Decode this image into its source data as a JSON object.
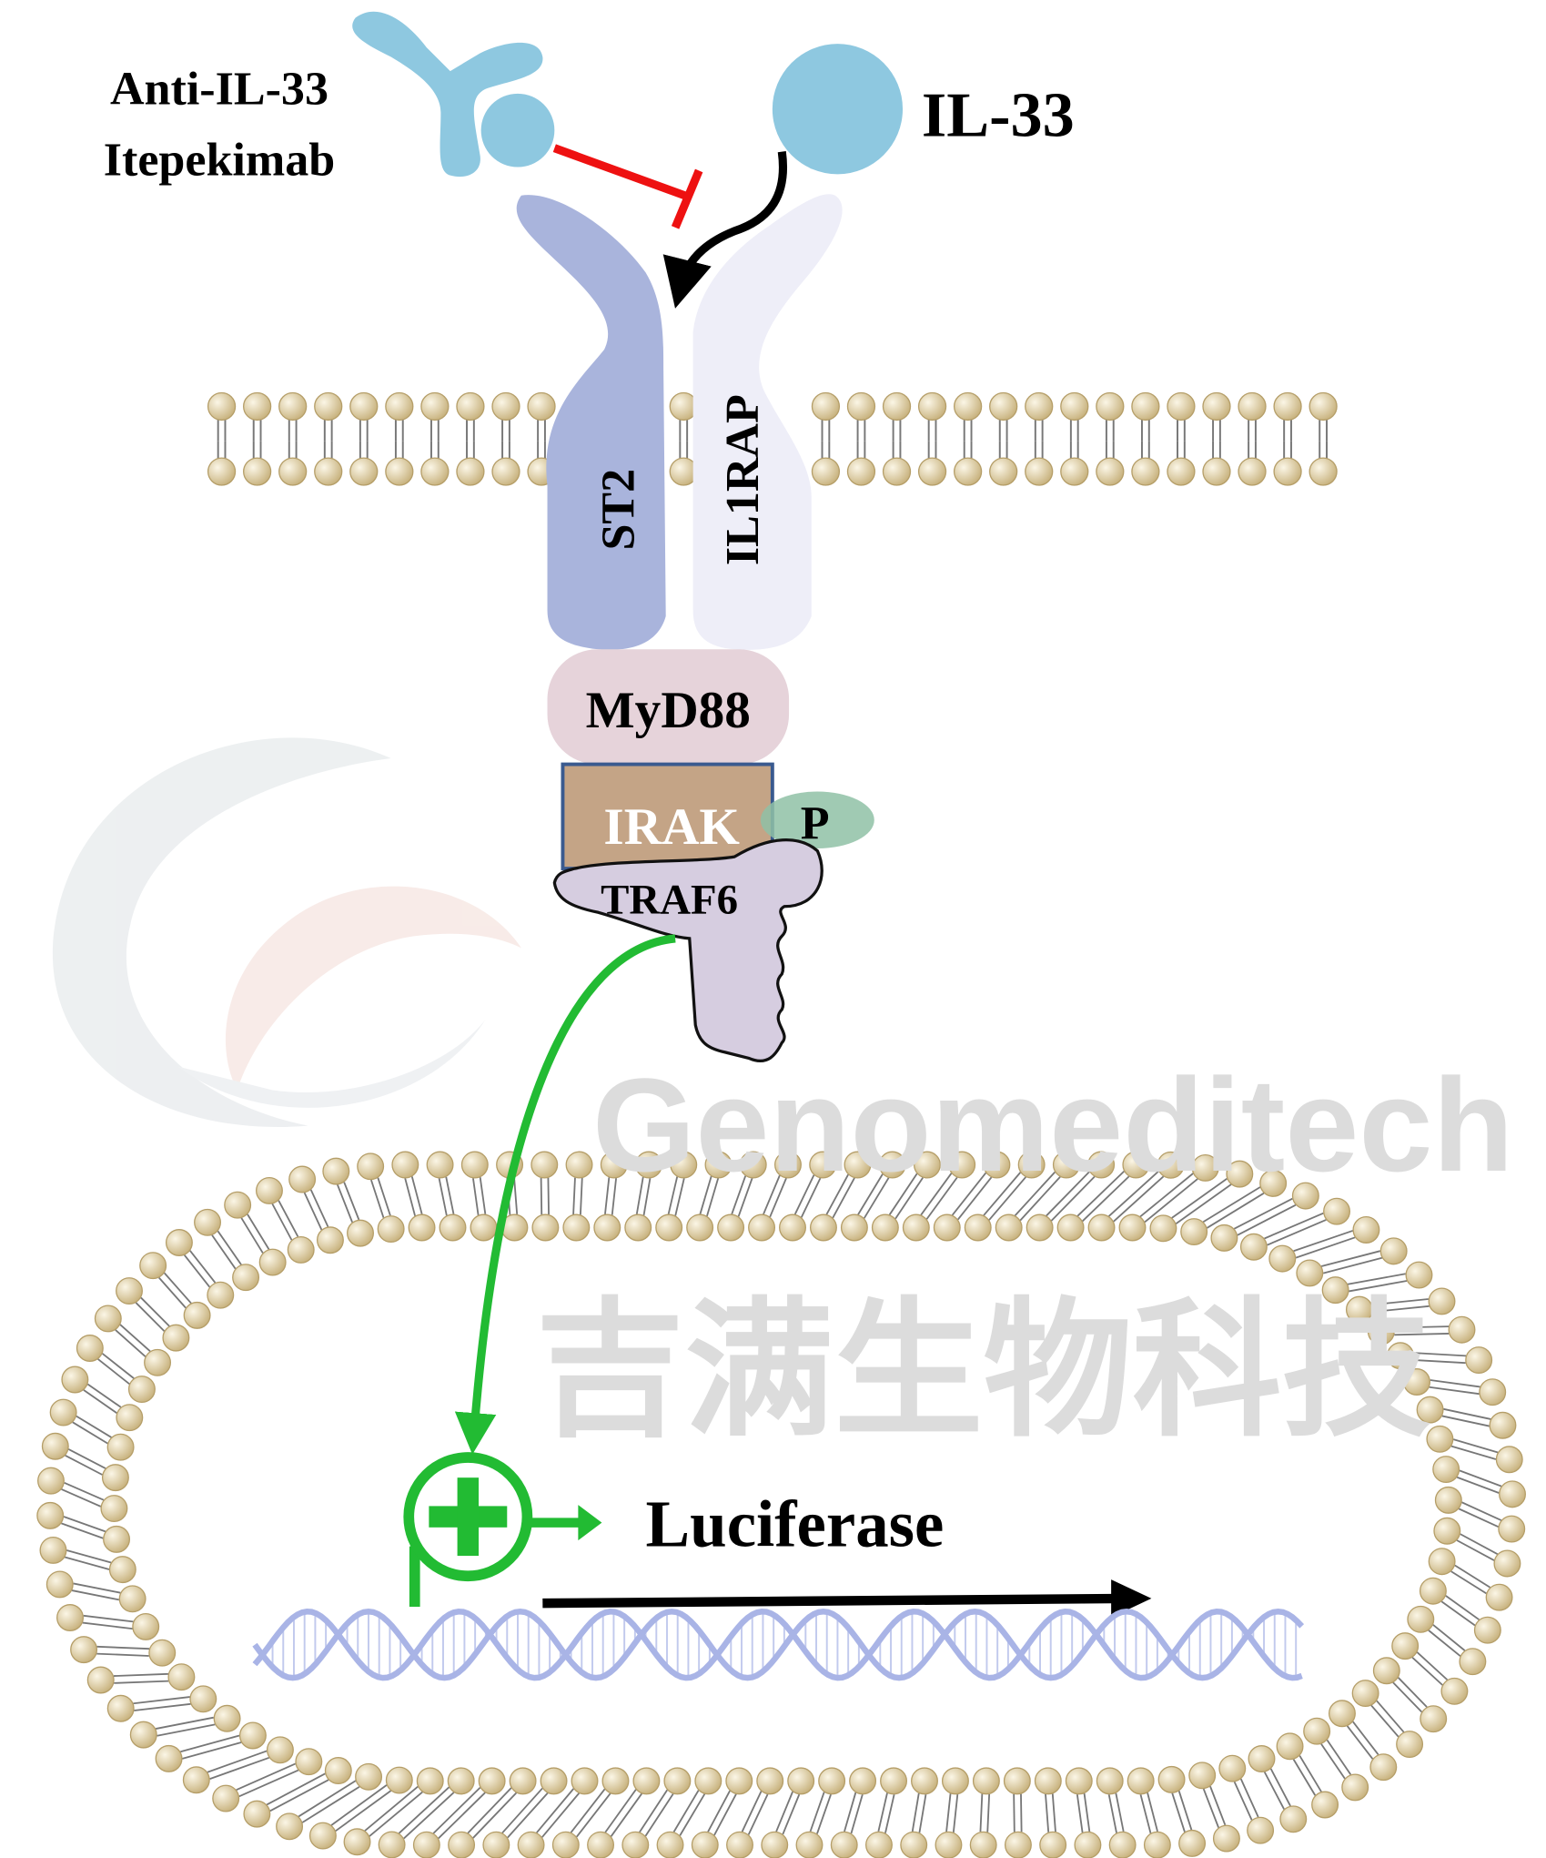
{
  "labels": {
    "antibody_line1": "Anti-IL-33",
    "antibody_line2": "Itepekimab",
    "ligand": "IL-33",
    "receptor_1": "ST2",
    "receptor_2": "IL1RAP",
    "adaptor": "MyD88",
    "kinase": "IRAK",
    "phospho": "P",
    "traf": "TRAF6",
    "reporter": "Luciferase"
  },
  "watermark": {
    "cn": "吉满生物科技",
    "en": "Genomeditech"
  },
  "colors": {
    "antibody": "#8ec8e0",
    "st2": "#a9b4dc",
    "il1rap": "#eeeef8",
    "myd88": "#e6d3da",
    "irak": "#c4a486",
    "phospho": "#8fc1a6",
    "traf6": "#d6cde0",
    "inhibit": "#ee1111",
    "activate": "#22bb33",
    "lipid": "#d8c79c",
    "dna": "#a9b4e6"
  }
}
